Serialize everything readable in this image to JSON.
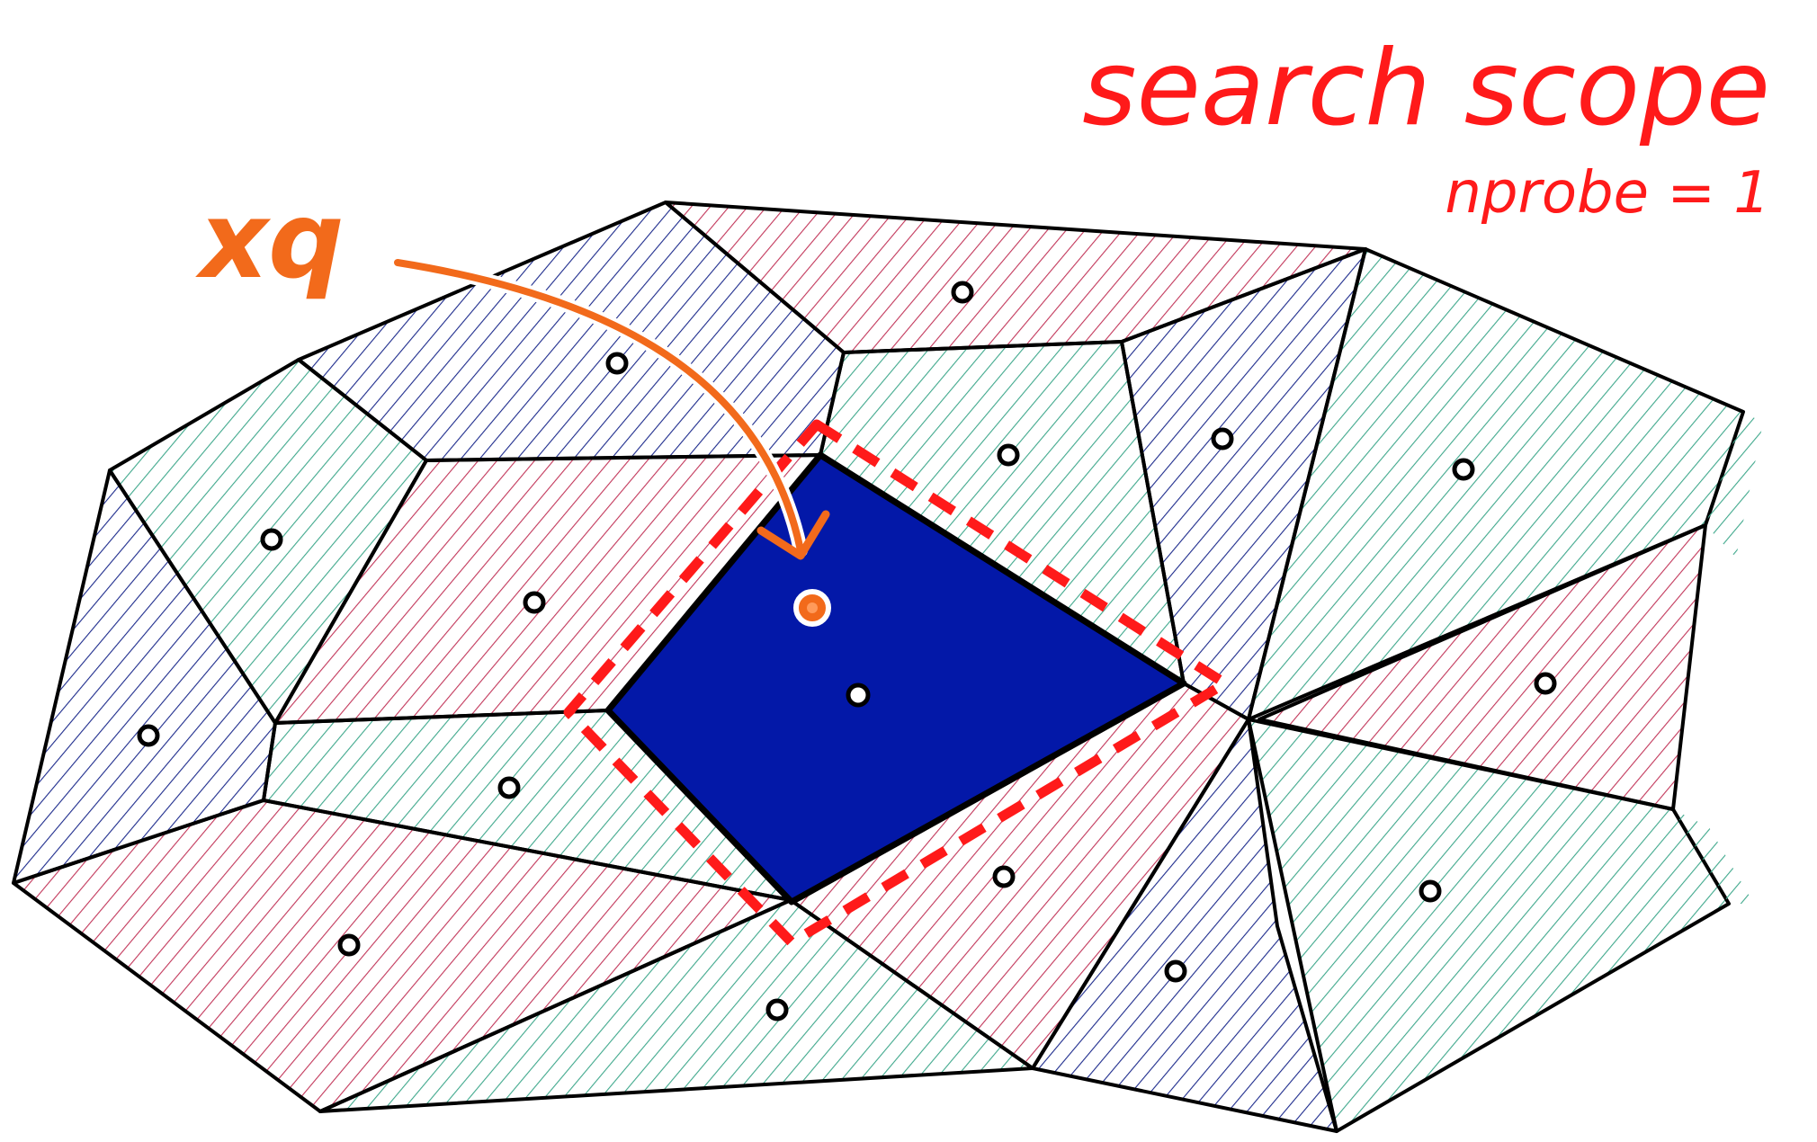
{
  "title": "search scope",
  "subtitle": "nprobe = 1",
  "query_label": "xq",
  "colors": {
    "annotation_red": "#ff1a1a",
    "query_orange": "#f26a1b",
    "selected_fill": "#0318a8",
    "hatch_red": "#c2365a",
    "hatch_green": "#3fa88c",
    "hatch_blue": "#1c2a8c"
  }
}
